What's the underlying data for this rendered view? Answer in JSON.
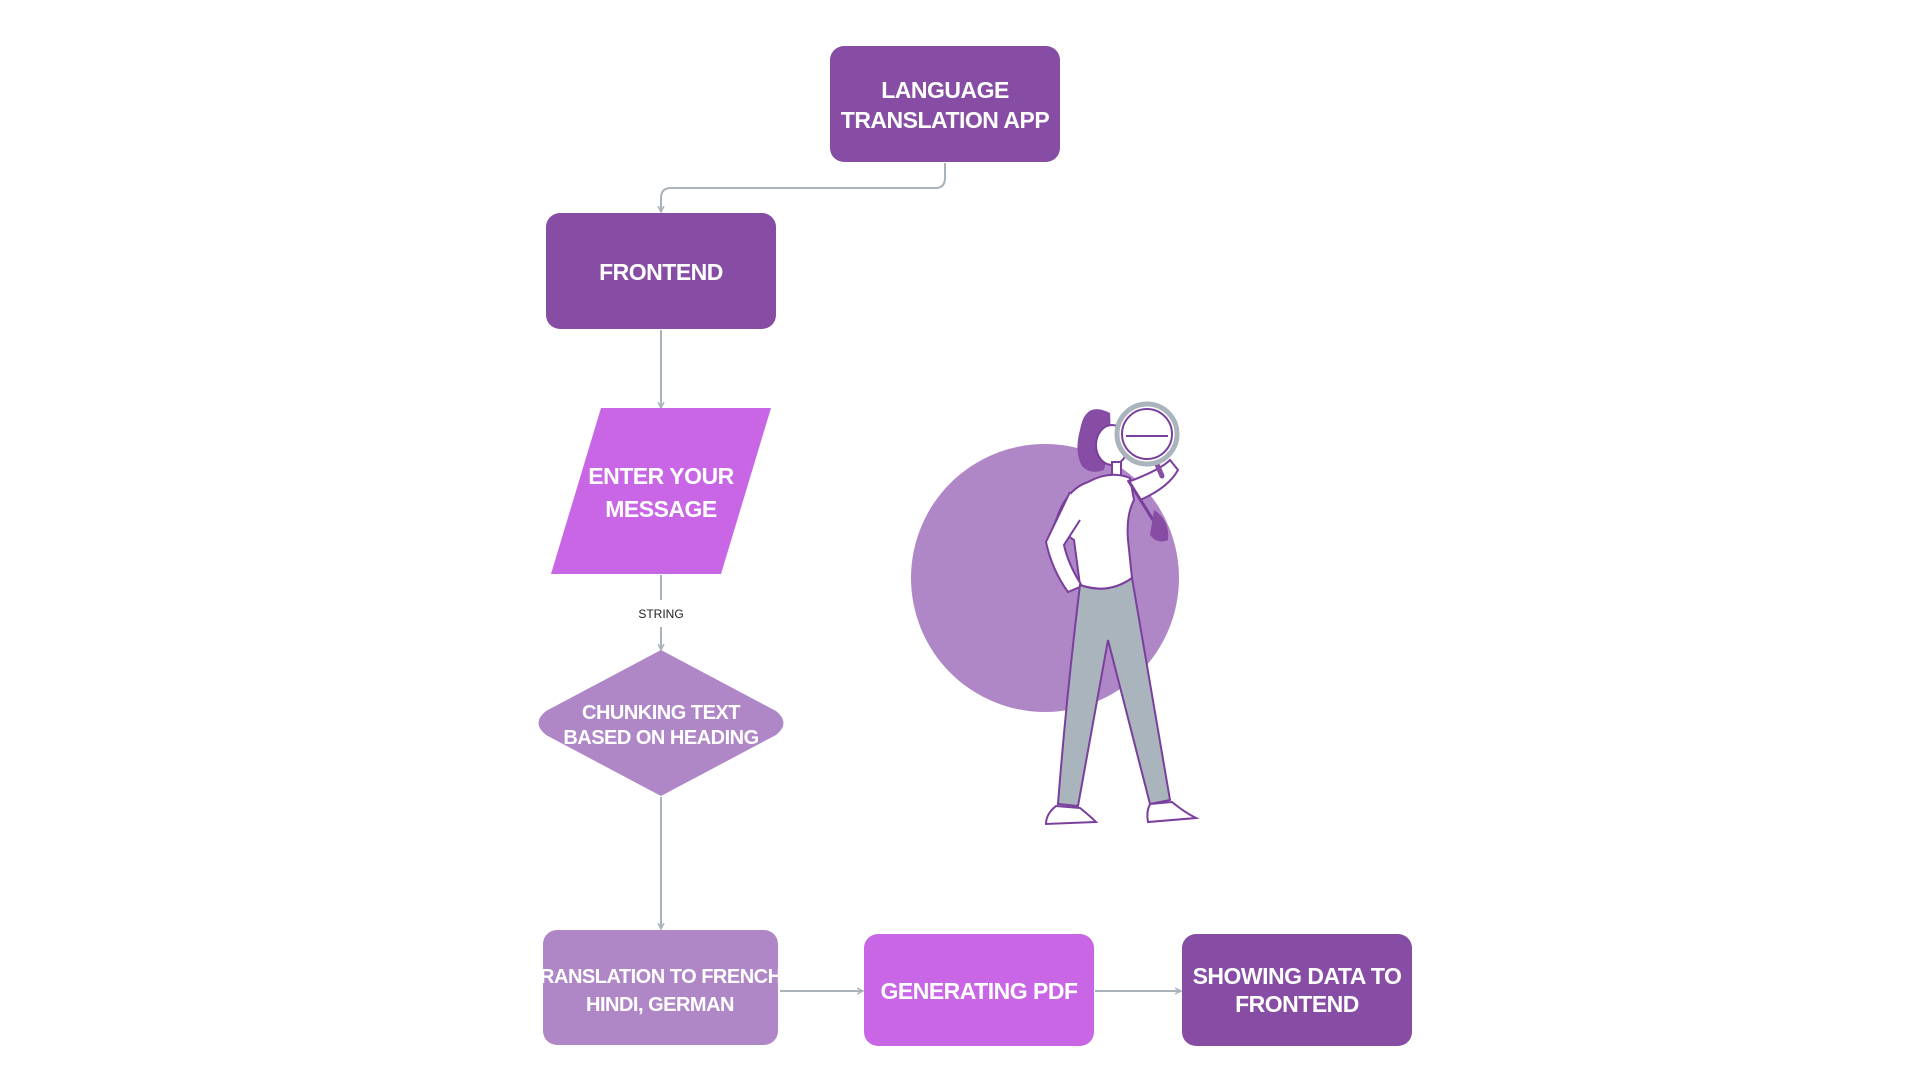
{
  "colors": {
    "dark_purple": "#874ca4",
    "bright_purple": "#c866e6",
    "muted_purple": "#b087c6",
    "connector": "#a9b3bc",
    "figure_pants": "#aab4bc",
    "figure_outline": "#7a3f9c"
  },
  "nodes": {
    "language_app": [
      "LANGUAGE",
      "TRANSLATION APP"
    ],
    "frontend": [
      "FRONTEND"
    ],
    "enter_message": [
      "ENTER YOUR",
      "MESSAGE"
    ],
    "chunking": [
      "CHUNKING TEXT",
      "BASED ON HEADING"
    ],
    "translation": [
      "TRANSLATION TO FRENCH ,",
      "HINDI, GERMAN"
    ],
    "generating_pdf": [
      "GENERATING PDF"
    ],
    "showing_data": [
      "SHOWING DATA TO",
      "FRONTEND"
    ]
  },
  "edges": {
    "string_label": "STRING"
  },
  "illustration": {
    "icon": "person-with-magnifying-glass-icon"
  }
}
